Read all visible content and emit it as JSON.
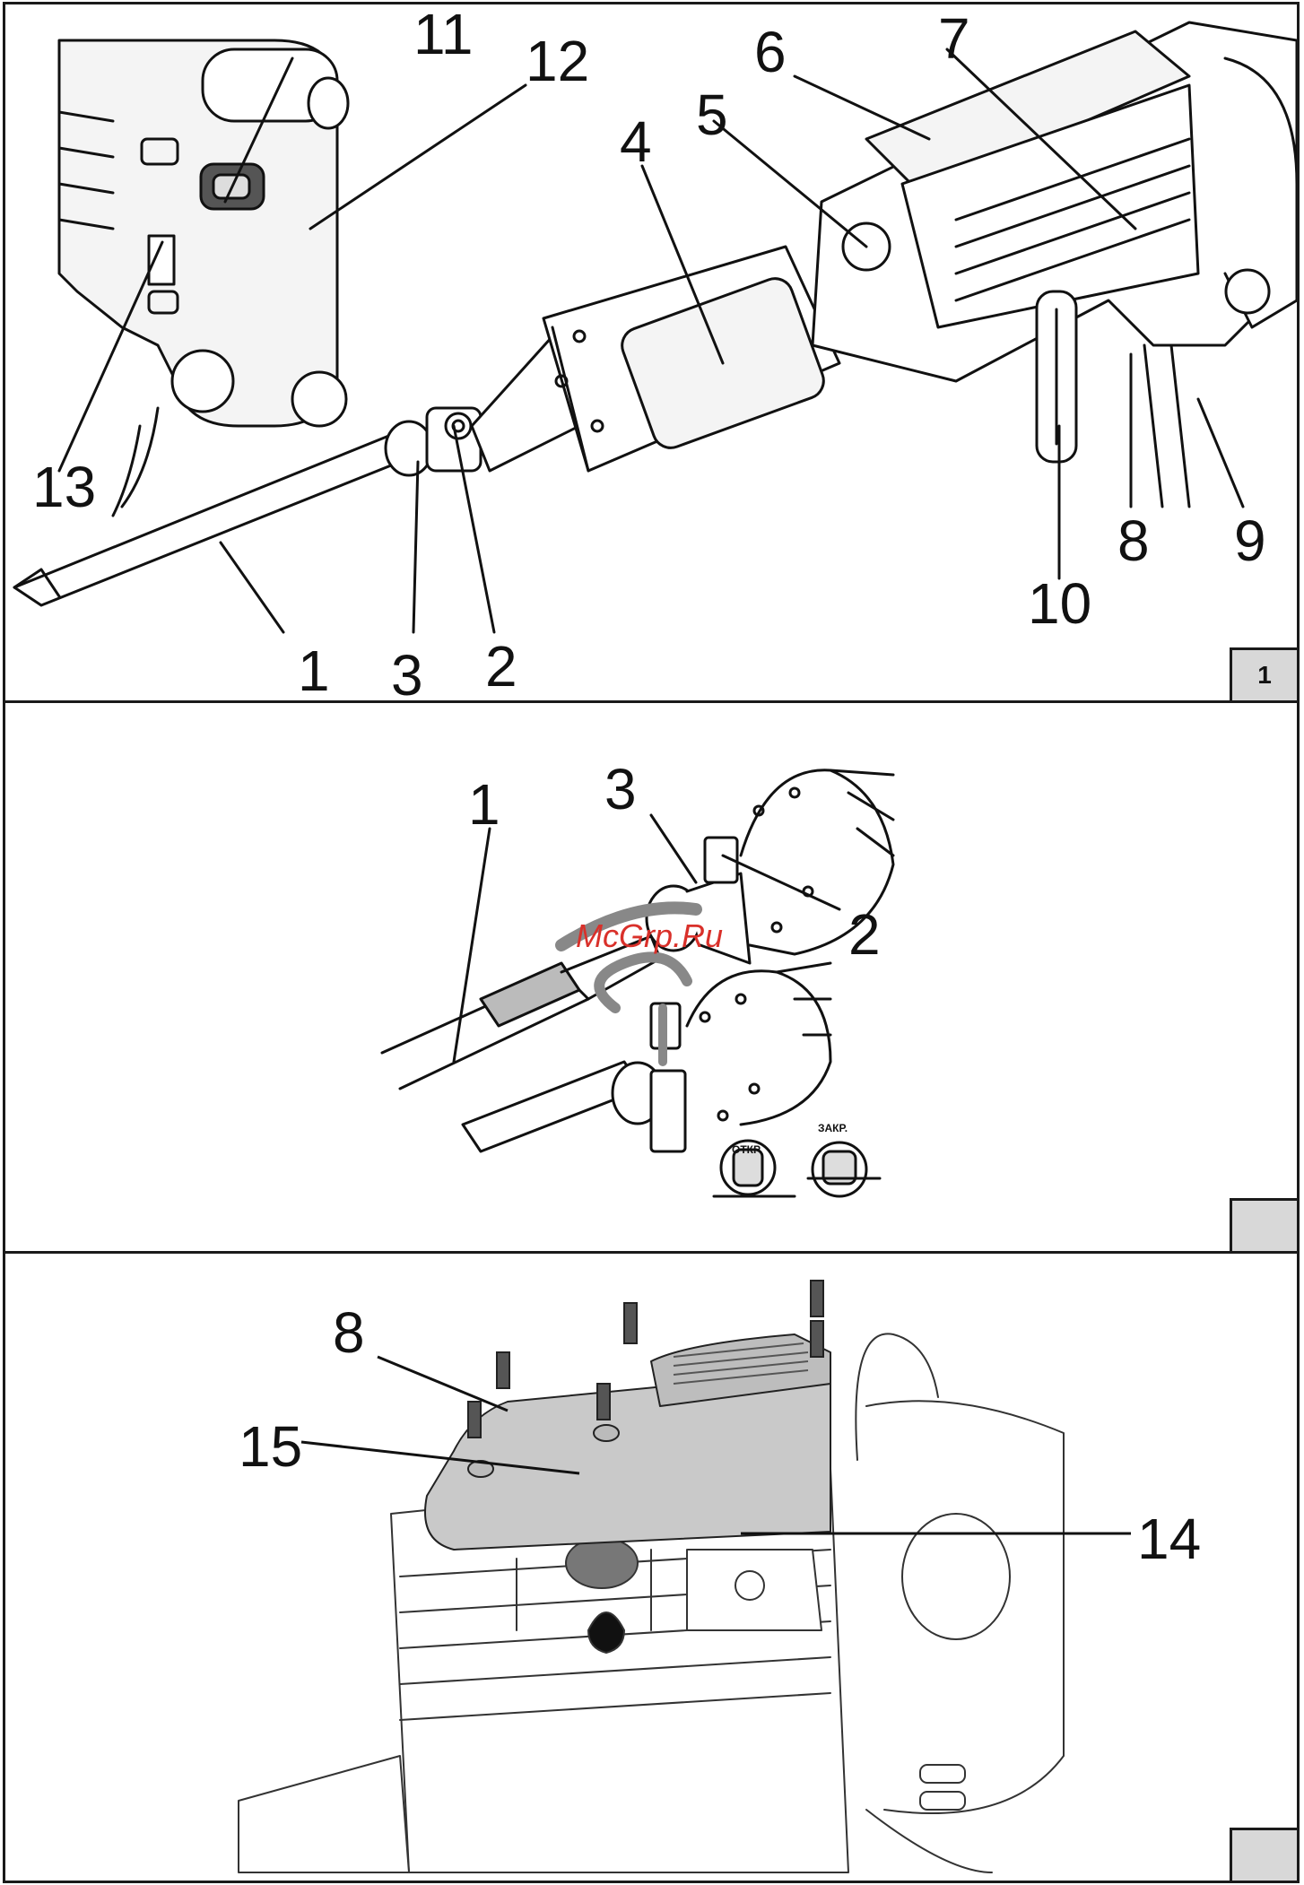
{
  "panels": [
    {
      "id": "fig1",
      "tag": "1",
      "callouts": [
        "1",
        "2",
        "3",
        "4",
        "5",
        "6",
        "7",
        "8",
        "9",
        "10",
        "11",
        "12",
        "13"
      ]
    },
    {
      "id": "fig2",
      "tag": "",
      "callouts": [
        "1",
        "2",
        "3"
      ],
      "lock_labels": {
        "open": "ОТКР.",
        "closed": "ЗАКР."
      },
      "watermark": "McGrp.Ru"
    },
    {
      "id": "fig3",
      "tag": "",
      "callouts": [
        "8",
        "14",
        "15"
      ]
    }
  ]
}
